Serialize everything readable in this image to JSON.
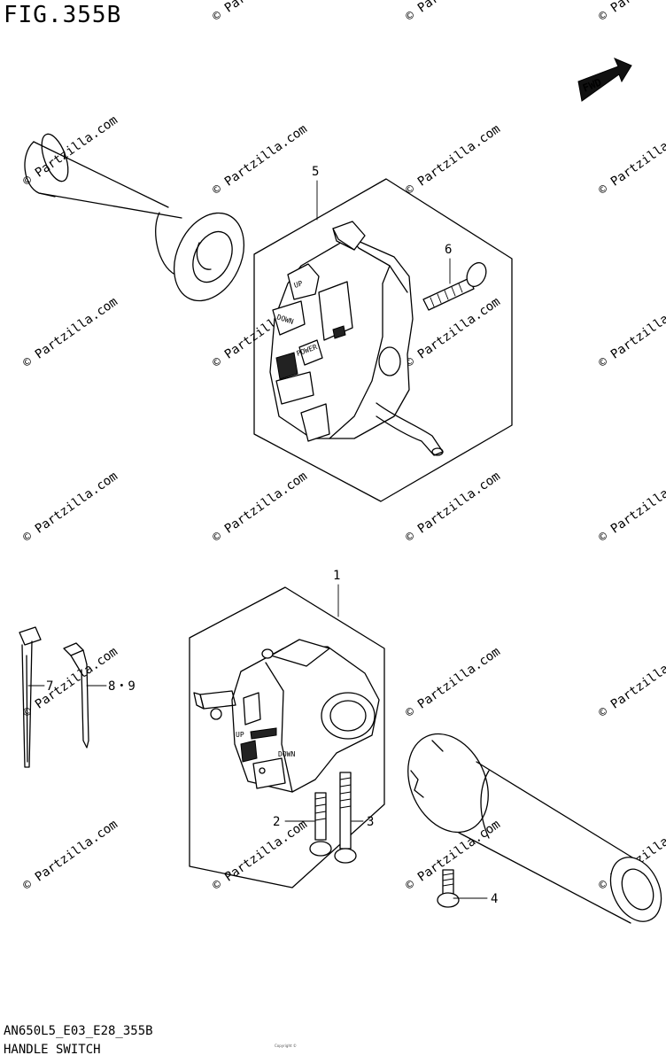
{
  "figure": {
    "title": "FIG.355B",
    "code": "AN650L5_E03_E28_355B",
    "name": "HANDLE SWITCH",
    "copyright": "Copyright ©",
    "fwd_label": "FWD"
  },
  "watermark": {
    "text": "© Partzilla.com"
  },
  "callouts": {
    "p1": "1",
    "p2": "2",
    "p3": "3",
    "p4": "4",
    "p5": "5",
    "p6": "6",
    "p7": "7",
    "p89": "8・9"
  },
  "switch_labels": {
    "up": "UP",
    "down": "DOWN",
    "power": "POWER",
    "down_lower": "DOWN"
  }
}
